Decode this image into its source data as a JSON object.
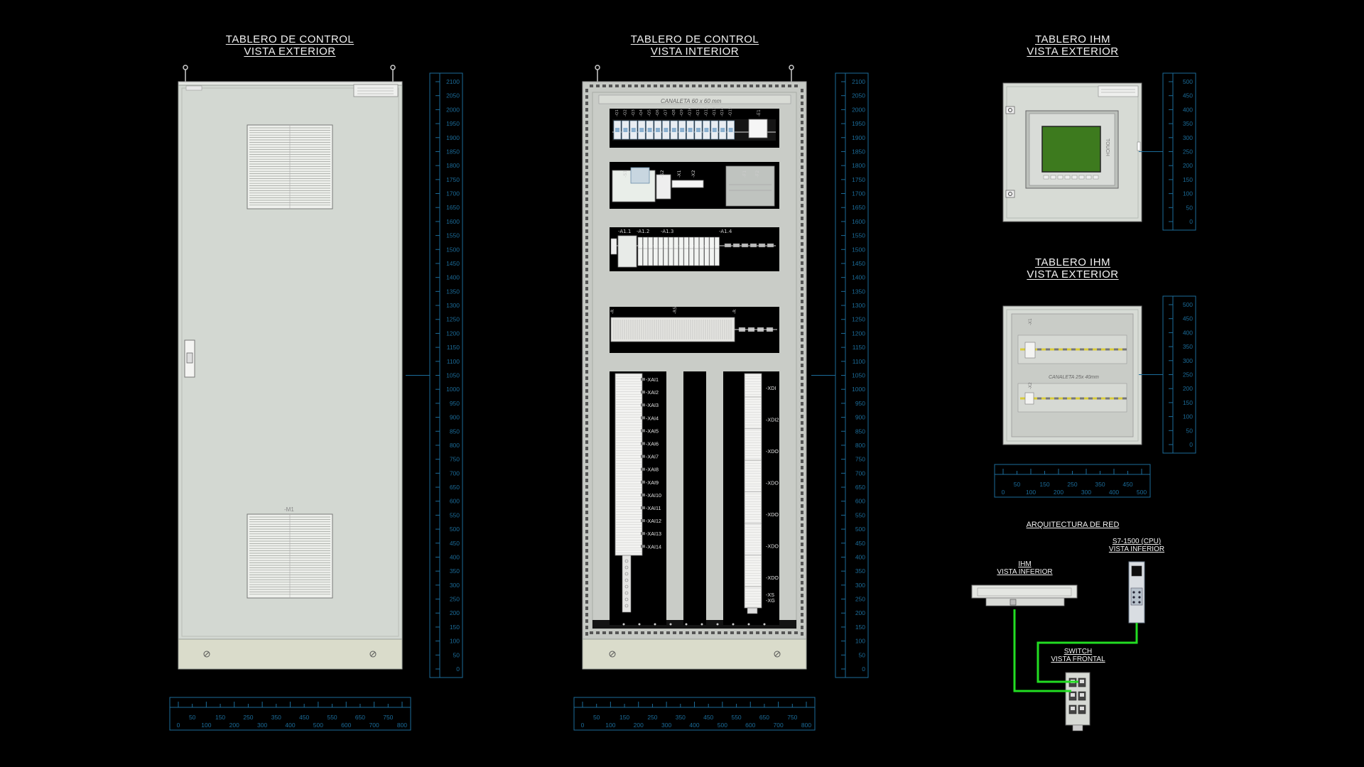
{
  "colors": {
    "background": "#000000",
    "ruler": "#1b6c9a",
    "cabinet": "#d3d8d2",
    "plinth": "#dadccb",
    "network_cable": "#22dd22",
    "hmi_screen": "#3d7a1e"
  },
  "titles": {
    "exterior": {
      "line1": "TABLERO DE CONTROL",
      "line2": "VISTA EXTERIOR"
    },
    "interior": {
      "line1": "TABLERO DE CONTROL",
      "line2": "VISTA INTERIOR"
    },
    "ihm1": {
      "line1": "TABLERO IHM",
      "line2": "VISTA EXTERIOR"
    },
    "ihm2": {
      "line1": "TABLERO IHM",
      "line2": "VISTA EXTERIOR"
    },
    "network": "ARQUITECTURA DE RED"
  },
  "network": {
    "hmi_label": {
      "line1": "IHM",
      "line2": "VISTA INFERIOR"
    },
    "cpu_label": {
      "line1": "S7-1500 (CPU)",
      "line2": "VISTA INFERIOR"
    },
    "switch_label": {
      "line1": "SWITCH",
      "line2": "VISTA FRONTAL"
    }
  },
  "labels": {
    "canaleta_main": "CANALETA 60 x 60 mm",
    "canaleta_ihm": "CANALETA 25x 40mm",
    "fan_tag": "-M1",
    "hmi_brand": "TOUCH",
    "rail1_tags": [
      "-Q1",
      "-Q2",
      "-Q3",
      "-Q4",
      "-Q5",
      "-Q6",
      "-Q7",
      "-Q8",
      "-Q9",
      "-Q10",
      "-Q11",
      "-Q12",
      "-Q13",
      "-Q14",
      "-Q15"
    ],
    "rail1_right": "-E1",
    "rail2_tags": [
      "-S1",
      "-S2",
      "-X1",
      "-X2",
      "-F1",
      "-F2"
    ],
    "rail3_tags": [
      "-A1.1",
      "-A1.2",
      "-A1.3",
      "-A1.4"
    ],
    "rail4_tags": [
      "-R",
      "-R5",
      "-R"
    ],
    "ihm_tags": [
      "-X1",
      "-X2"
    ],
    "xai": [
      "-XAI1",
      "-XAI2",
      "-XAI3",
      "-XAI4",
      "-XAI5",
      "-XAI6",
      "-XAI7",
      "-XAI8",
      "-XAI9",
      "-XAI10",
      "-XAI11",
      "-XAI12",
      "-XAI13",
      "-XAI14"
    ],
    "xdi": [
      "-XDI",
      "-XDI2",
      "-XDO",
      "-XDO",
      "-XDO",
      "-XDO",
      "-XDO"
    ],
    "xs": [
      "-XS",
      "-XG"
    ]
  },
  "scales": {
    "tall_vertical": [
      "2100",
      "2050",
      "2000",
      "1950",
      "1900",
      "1850",
      "1800",
      "1750",
      "1700",
      "1650",
      "1600",
      "1550",
      "1500",
      "1450",
      "1400",
      "1350",
      "1300",
      "1250",
      "1200",
      "1150",
      "1100",
      "1050",
      "1000",
      "950",
      "900",
      "850",
      "800",
      "750",
      "700",
      "650",
      "600",
      "550",
      "500",
      "450",
      "400",
      "350",
      "300",
      "250",
      "200",
      "150",
      "100",
      "50",
      "0"
    ],
    "cabinet_horizontal_top": [
      "50",
      "150",
      "250",
      "350",
      "450",
      "550",
      "650",
      "750"
    ],
    "cabinet_horizontal_bottom": [
      "0",
      "100",
      "200",
      "300",
      "400",
      "500",
      "600",
      "700",
      "800"
    ],
    "ihm_vertical": [
      "500",
      "450",
      "400",
      "350",
      "300",
      "250",
      "200",
      "150",
      "100",
      "50",
      "0"
    ],
    "ihm_horizontal_top": [
      "50",
      "150",
      "250",
      "350",
      "450"
    ],
    "ihm_horizontal_bottom": [
      "0",
      "100",
      "200",
      "300",
      "400",
      "500"
    ]
  }
}
